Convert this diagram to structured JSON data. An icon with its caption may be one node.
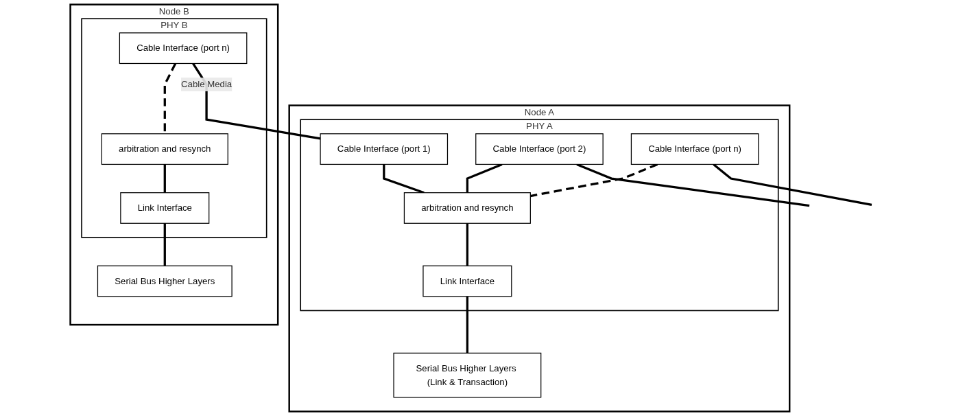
{
  "diagram": {
    "nodes": [
      {
        "text": [
          "Node B"
        ]
      },
      {
        "text": [
          "PHY B"
        ],
        "in": 0
      },
      {
        "text": [
          "Cable Interface (port n)"
        ],
        "in": 1
      },
      {
        "text": [
          "arbitration and resynch"
        ],
        "in": 1
      },
      {
        "text": [
          "Link Interface"
        ],
        "in": 1
      },
      {
        "text": [
          "Serial Bus Higher Layers"
        ],
        "in": 0
      },
      {
        "text": [
          "Node A"
        ]
      },
      {
        "text": [
          "PHY A"
        ],
        "in": 6
      },
      {
        "text": [
          "Cable Interface (port 1)"
        ],
        "in": 7
      },
      {
        "text": [
          "Cable Interface (port 2)"
        ],
        "in": 7
      },
      {
        "text": [
          "Cable Interface (port n)"
        ],
        "in": 7
      },
      {
        "text": [
          "arbitration and resynch"
        ],
        "in": 7
      },
      {
        "text": [
          "Link Interface"
        ],
        "in": 7
      },
      {
        "text": [
          "Serial Bus Higher Layers (Link & Transaction)"
        ],
        "in": 6
      }
    ],
    "edges": [
      {
        "from": 2,
        "to": 8,
        "arrow": "none",
        "label": "Cable Media"
      },
      {
        "from": 9,
        "to": null,
        "arrow": "none"
      },
      {
        "from": 10,
        "to": null,
        "arrow": "none"
      },
      {
        "from": 2,
        "to": 3,
        "arrow": "none",
        "style": "dashed"
      },
      {
        "from": 3,
        "to": 4,
        "arrow": "none"
      },
      {
        "from": 4,
        "to": 5,
        "arrow": "none"
      },
      {
        "from": 8,
        "to": 11,
        "arrow": "none"
      },
      {
        "from": 9,
        "to": 11,
        "arrow": "none"
      },
      {
        "from": 10,
        "to": 11,
        "arrow": "none",
        "style": "dashed"
      },
      {
        "from": 11,
        "to": 12,
        "arrow": "none"
      },
      {
        "from": 12,
        "to": 13,
        "arrow": "none"
      }
    ]
  }
}
